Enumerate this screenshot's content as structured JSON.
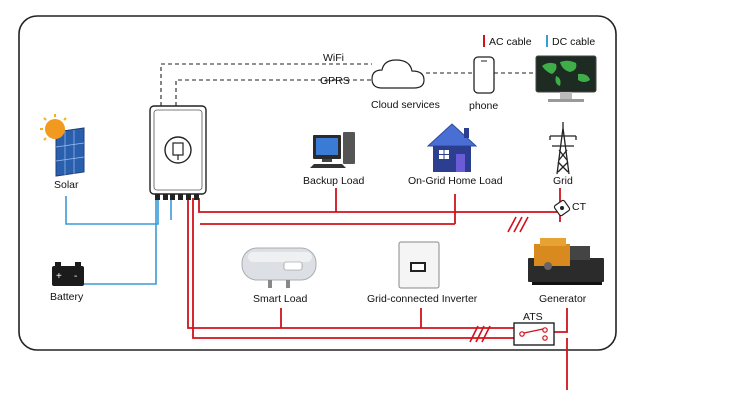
{
  "legend": {
    "ac_label": "AC cable",
    "dc_label": "DC cable",
    "ac_color": "#d0121b",
    "dc_color": "#3a9bd6"
  },
  "comms": {
    "wifi": "WiFi",
    "gprs": "GPRS"
  },
  "devices": {
    "cloud": "Cloud services",
    "phone": "phone",
    "solar": "Solar",
    "battery": "Battery",
    "backup_load": "Backup Load",
    "home_load": "On-Grid Home Load",
    "grid": "Grid",
    "ct": "CT",
    "smart_load": "Smart Load",
    "grid_inverter": "Grid-connected Inverter",
    "generator": "Generator",
    "ats": "ATS"
  },
  "icons": {
    "sun": "sun-icon",
    "solar_panel": "solar-panel-icon",
    "battery": "battery-icon",
    "inverter": "hybrid-inverter-icon",
    "cloud": "cloud-icon",
    "phone": "smartphone-icon",
    "monitor": "world-map-monitor-icon",
    "computer": "desktop-computer-icon",
    "house": "house-icon",
    "tower": "transmission-tower-icon",
    "ct": "ct-clamp-icon",
    "water_heater": "water-heater-icon",
    "grid_inverter": "grid-inverter-icon",
    "generator": "generator-icon",
    "ats": "ats-switch-icon"
  }
}
